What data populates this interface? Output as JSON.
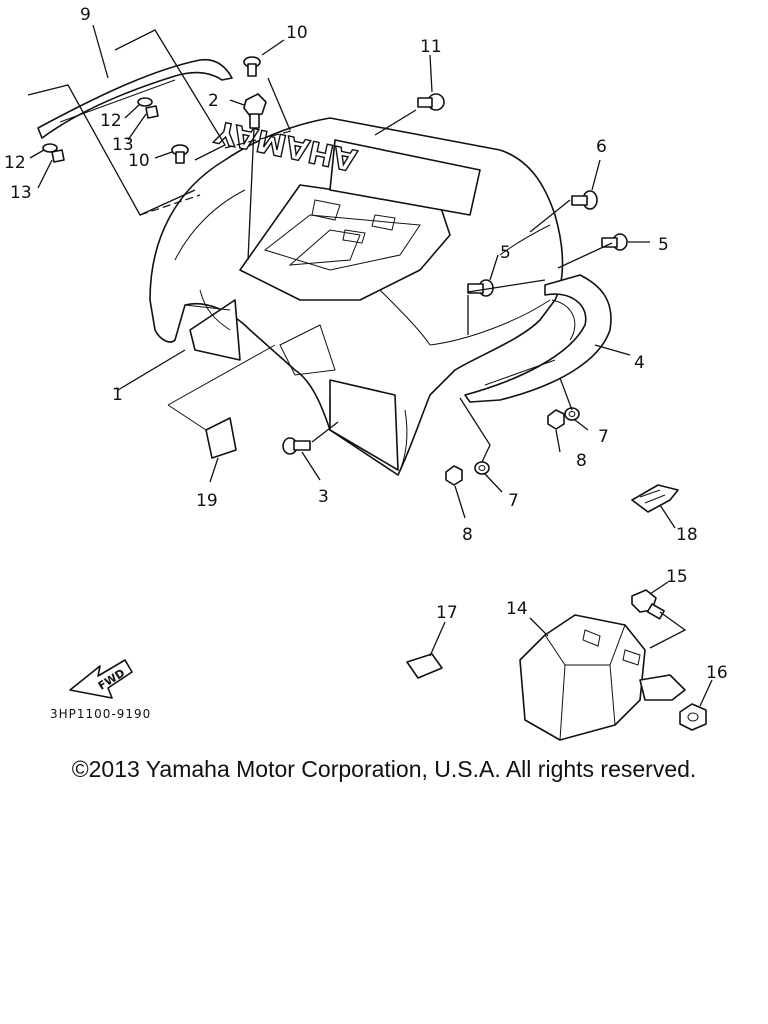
{
  "diagram": {
    "brand_mark": "YAMAHA",
    "fwd_label": "FWD",
    "reference_code": "3HP1100-9190",
    "callouts": {
      "c1": "1",
      "c2": "2",
      "c3": "3",
      "c4": "4",
      "c5a": "5",
      "c5b": "5",
      "c6": "6",
      "c7a": "7",
      "c7b": "7",
      "c8a": "8",
      "c8b": "8",
      "c9": "9",
      "c10a": "10",
      "c10b": "10",
      "c11": "11",
      "c12a": "12",
      "c12b": "12",
      "c13a": "13",
      "c13b": "13",
      "c14": "14",
      "c15": "15",
      "c16": "16",
      "c17": "17",
      "c18": "18",
      "c19": "19"
    }
  },
  "footer": {
    "copyright": "©2013 Yamaha Motor Corporation, U.S.A. All rights reserved."
  }
}
